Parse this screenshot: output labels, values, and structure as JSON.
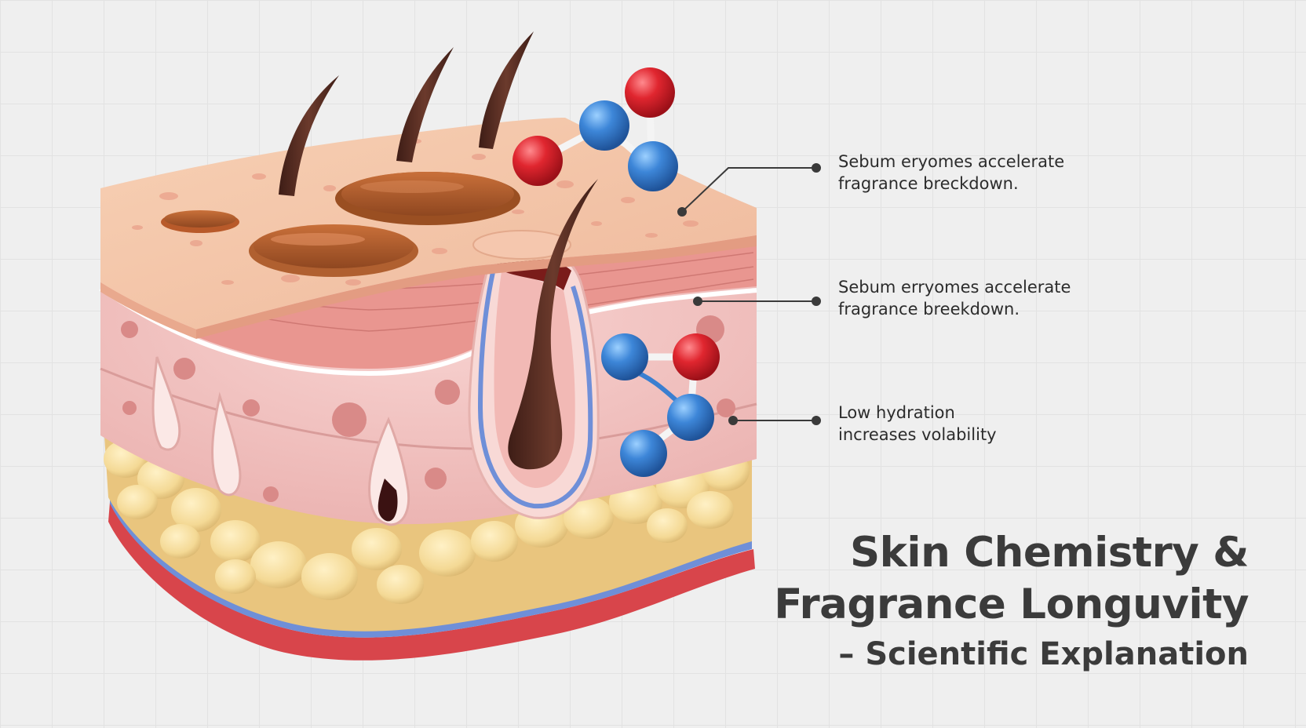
{
  "callouts": [
    {
      "line1": "Sebum eryomes accelerate",
      "line2": "fragrance breckdown."
    },
    {
      "line1": "Sebum erryomes accelerate",
      "line2": "fragrance breekdown."
    },
    {
      "line1": "Low hydration",
      "line2": "increases volability"
    }
  ],
  "title": {
    "line1": "Skin Chemistry &",
    "line2": "Fragrance Longuvity",
    "line3": "– Scientific Explanation"
  },
  "colors": {
    "background": "#efefef",
    "epidermis_top": "#f4c4a8",
    "dermis": "#f3c3c3",
    "fat": "#f5dea0",
    "vein": "#6f8fd8",
    "artery": "#d8454b",
    "hair": "#5a3027",
    "oxygen_atom": "#d8222e",
    "nitrogen_atom": "#3b7fd0",
    "text": "#2c2c2c"
  },
  "icons": [
    "skin-cross-section",
    "hair-strand",
    "sebum-droplet",
    "molecule",
    "hair-follicle",
    "sweat-gland",
    "fat-cells",
    "blood-vessel"
  ]
}
